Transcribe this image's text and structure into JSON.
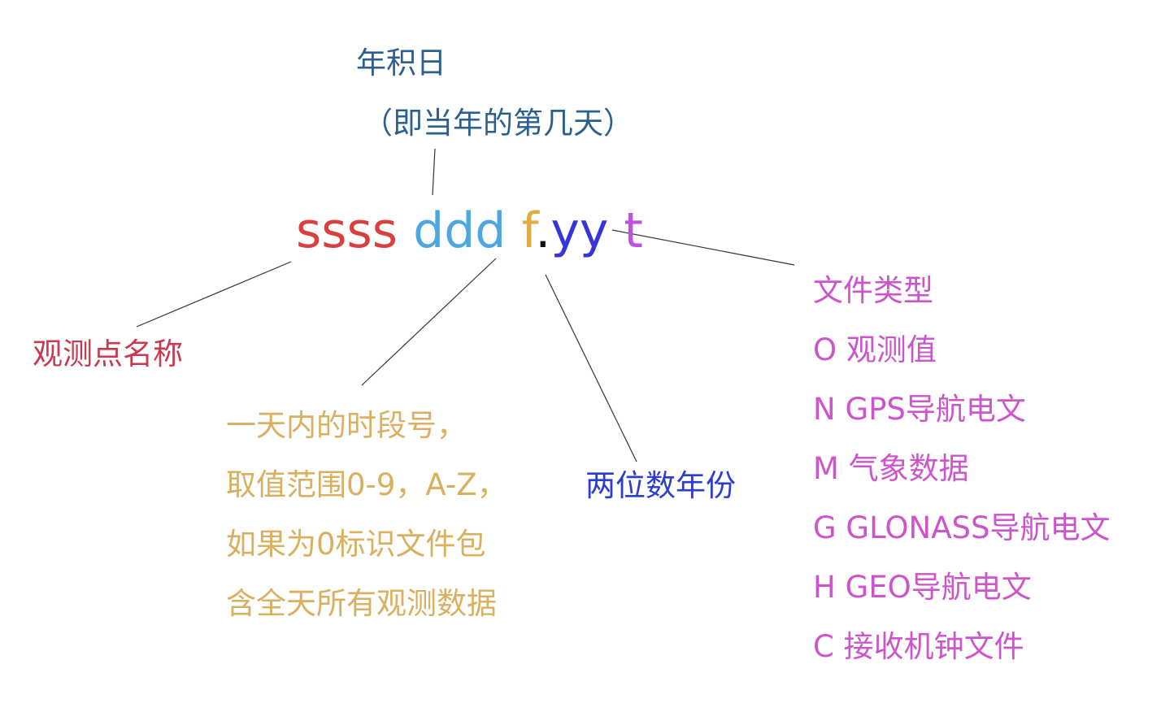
{
  "colors": {
    "station": "#d8403f",
    "doy": "#4ea6e0",
    "session": "#e0aa45",
    "dot": "#111111",
    "year": "#3436d8",
    "type": "#c050e0",
    "doy_label": "#2a5f8f",
    "station_label": "#c83a50",
    "session_label": "#d9b060",
    "year_label": "#2c3ccc",
    "type_label": "#cc55cc"
  },
  "format": {
    "station": "ssss",
    "doy": "ddd",
    "session": "f",
    "dot": ".",
    "year": "yy",
    "type": "t"
  },
  "labels": {
    "doy_title": "年积日",
    "doy_note": "（即当年的第几天）",
    "station": "观测点名称",
    "session_lines": [
      "一天内的时段号，",
      "取值范围0-9，A-Z，",
      "如果为0标识文件包",
      "含全天所有观测数据"
    ],
    "year": "两位数年份",
    "type_lines": [
      "文件类型",
      "O 观测值",
      "N GPS导航电文",
      "M 气象数据",
      "G GLONASS导航电文",
      "H GEO导航电文",
      "C 接收机钟文件"
    ]
  }
}
